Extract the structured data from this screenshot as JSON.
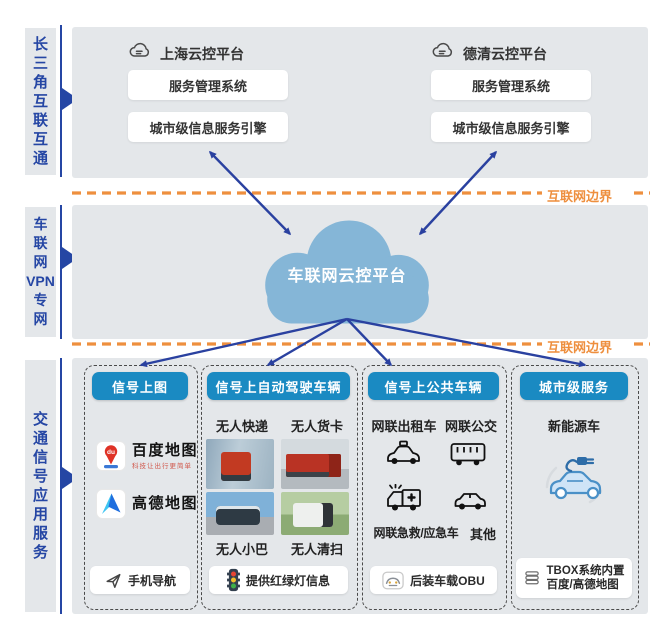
{
  "bands": [
    {
      "label": "长三角互联互通",
      "lines": [
        "长",
        "三",
        "角",
        "互",
        "联",
        "互",
        "通"
      ]
    },
    {
      "label": "车联网VPN专网",
      "lines": [
        "车",
        "联",
        "网",
        "VPN",
        "专",
        "网"
      ]
    },
    {
      "label": "交通信号应用服务",
      "lines": [
        "交",
        "通",
        "信",
        "号",
        "应",
        "用",
        "服",
        "务"
      ]
    }
  ],
  "boundary": {
    "label": "互联网边界"
  },
  "platforms": [
    {
      "name": "上海云控平台",
      "box1": "服务管理系统",
      "box2": "城市级信息服务引擎"
    },
    {
      "name": "德清云控平台",
      "box1": "服务管理系统",
      "box2": "城市级信息服务引擎"
    }
  ],
  "cloud": {
    "label": "车联网云控平台"
  },
  "columns": [
    {
      "header": "信号上图",
      "apps": [
        {
          "name": "百度地图",
          "slogan": "科技让出行更简单"
        },
        {
          "name": "高德地图",
          "slogan": ""
        }
      ],
      "footer": "手机导航"
    },
    {
      "header": "信号上自动驾驶车辆",
      "labels_top": [
        "无人快递",
        "无人货卡"
      ],
      "labels_bottom": [
        "无人小巴",
        "无人清扫"
      ],
      "footer": "提供红绿灯信息"
    },
    {
      "header": "信号上公共车辆",
      "labels_top": [
        "网联出租车",
        "网联公交"
      ],
      "labels_bottom": [
        "网联急救/应急车",
        "其他"
      ],
      "footer": "后装车载OBU"
    },
    {
      "header": "城市级服务",
      "label": "新能源车",
      "footer_lines": [
        "TBOX系统内置",
        "百度/高德地图"
      ]
    }
  ],
  "colors": {
    "accent_blue": "#1a8ac2",
    "arrow_blue": "#2a41a0",
    "boundary_orange": "#ee8f3e",
    "cloud_blue": "#85b6d7",
    "panel_gray": "#e4e7ea",
    "label_blue": "#2546a4"
  }
}
